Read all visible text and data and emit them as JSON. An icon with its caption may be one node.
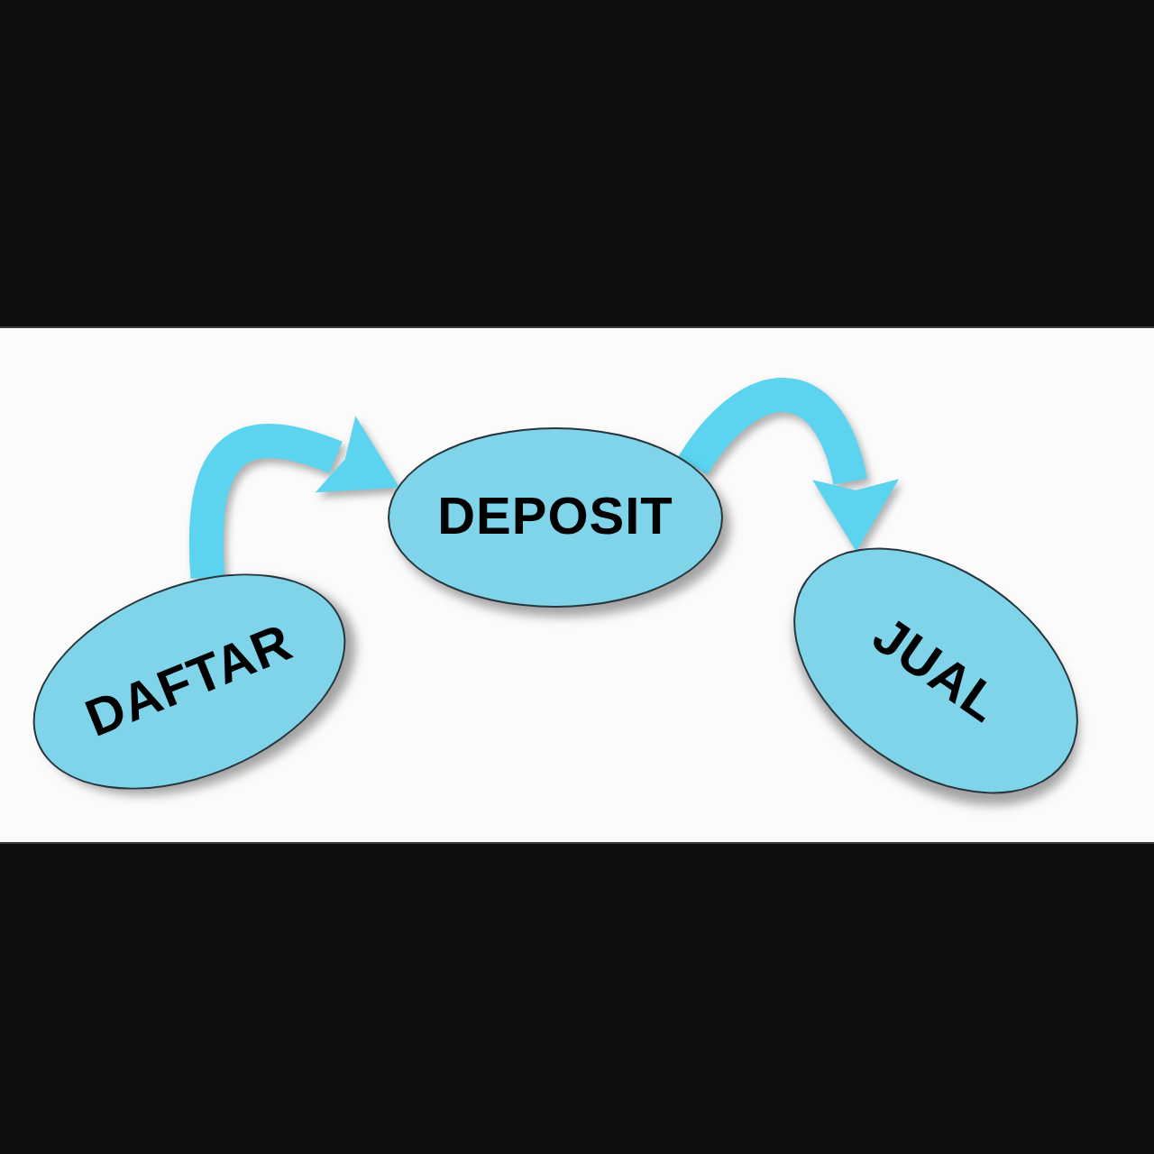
{
  "diagram": {
    "nodes": [
      {
        "text": [
          "DAFTAR"
        ]
      },
      {
        "text": [
          "DEPOSIT"
        ]
      },
      {
        "text": [
          "JUAL"
        ]
      }
    ],
    "edges": [
      {
        "from": 0,
        "to": 1,
        "arrow": "to"
      },
      {
        "from": 1,
        "to": 2,
        "arrow": "to"
      }
    ]
  }
}
